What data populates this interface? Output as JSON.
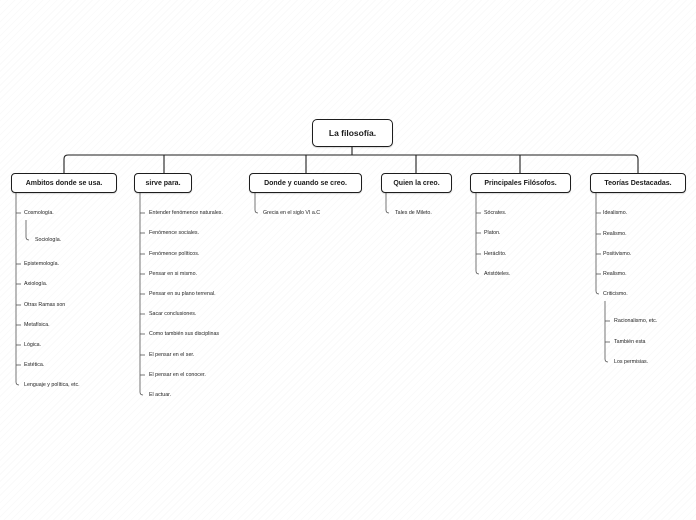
{
  "root": {
    "label": "La filosofía."
  },
  "branches": [
    {
      "label": "Ambitos donde se usa.",
      "children": [
        {
          "label": "Cosmología.",
          "children": [
            {
              "label": "Sociología."
            }
          ]
        },
        {
          "label": "Epistemología."
        },
        {
          "label": "Axiología."
        },
        {
          "label": "Otras Ramas son"
        },
        {
          "label": "Metafísica."
        },
        {
          "label": "Lógica."
        },
        {
          "label": "Estética."
        },
        {
          "label": "Lenguaje y política, etc."
        }
      ]
    },
    {
      "label": "sirve para.",
      "children": [
        {
          "label": "Entender fenómence naturales."
        },
        {
          "label": "Fenómence sociales."
        },
        {
          "label": "Fenómence políticos."
        },
        {
          "label": "Pensar en si mismo."
        },
        {
          "label": "Pensar en su plano terrenal."
        },
        {
          "label": "Sacar conclusiones."
        },
        {
          "label": "Como también sus disciplinas"
        },
        {
          "label": "El pensar en el ser."
        },
        {
          "label": "El pensar en el conocer."
        },
        {
          "label": "El actuar."
        }
      ]
    },
    {
      "label": "Donde y cuando se creo.",
      "children": [
        {
          "label": "Grecia en el siglo VI a.C"
        }
      ]
    },
    {
      "label": "Quien la creo.",
      "children": [
        {
          "label": "Tales de Mileto."
        }
      ]
    },
    {
      "label": "Principales Filósofos.",
      "children": [
        {
          "label": "Sócrates."
        },
        {
          "label": "Platon."
        },
        {
          "label": "Heráclito."
        },
        {
          "label": "Aristóteles."
        }
      ]
    },
    {
      "label": "Teorías Destacadas.",
      "children": [
        {
          "label": "Idealismo."
        },
        {
          "label": "Realismo."
        },
        {
          "label": "Positivismo."
        },
        {
          "label": "Realismo."
        },
        {
          "label": "Criticismo.",
          "children": [
            {
              "label": "Racionalismo, etc."
            },
            {
              "label": "También esta"
            },
            {
              "label": "Los permisias."
            }
          ]
        }
      ]
    }
  ]
}
